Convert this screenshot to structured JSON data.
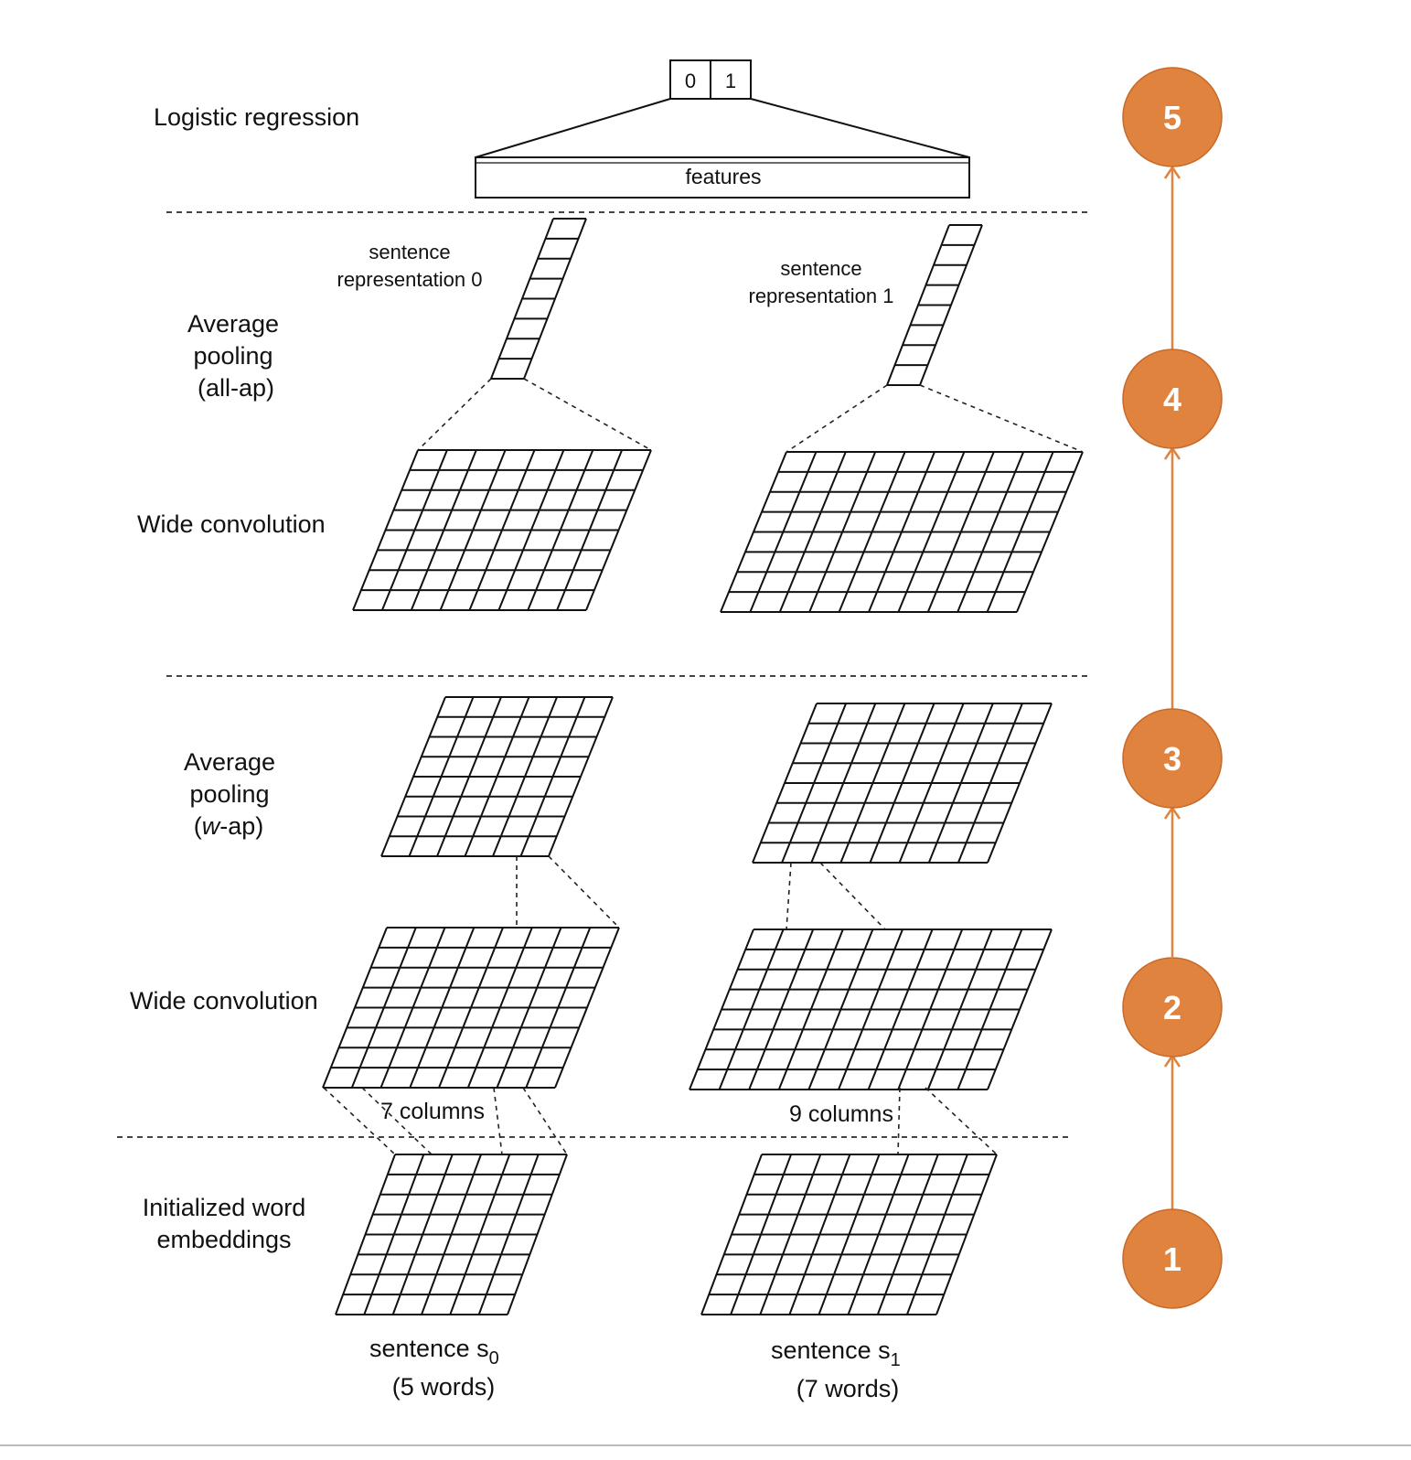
{
  "output": {
    "cells": [
      "0",
      "1"
    ],
    "features_label": "features"
  },
  "layers": {
    "logistic_regression": "Logistic regression",
    "avg_pool_all": [
      "Average",
      "pooling",
      "(all-ap)"
    ],
    "wide_conv_top": "Wide convolution",
    "avg_pool_w": [
      "Average",
      "pooling",
      "(",
      "w",
      "-ap)"
    ],
    "wide_conv_bottom": "Wide convolution",
    "word_embeddings": [
      "Initialized word",
      "embeddings"
    ]
  },
  "sentence_reps": {
    "rep0": [
      "sentence",
      "representation 0"
    ],
    "rep1": [
      "sentence",
      "representation 1"
    ]
  },
  "columns": {
    "left": "7 columns",
    "right": "9 columns"
  },
  "sentences": {
    "s0": {
      "prefix": "sentence s",
      "sub": "0",
      "words": "(5 words)"
    },
    "s1": {
      "prefix": "sentence s",
      "sub": "1",
      "words": "(7 words)"
    }
  },
  "steps": [
    "1",
    "2",
    "3",
    "4",
    "5"
  ],
  "colors": {
    "accent": "#e0833f"
  }
}
